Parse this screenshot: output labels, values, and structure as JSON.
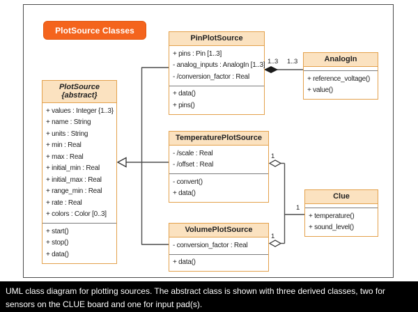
{
  "badge": {
    "label": "PlotSource Classes"
  },
  "caption": "UML class diagram for plotting sources. The abstract class is shown with three derived classes, two for sensors on the CLUE board and one for input pad(s).",
  "colors": {
    "badge_bg": "#f4641d",
    "class_border": "#e3a04a",
    "class_header_bg": "#fbe2c0",
    "caption_bg": "#000000",
    "line": "#4d4d4d"
  },
  "classes": {
    "plot_source": {
      "name": "PlotSource",
      "stereotype": "{abstract}",
      "attributes": [
        "+ values : Integer {1..3}",
        "+ name : String",
        "+ units : String",
        "+ min : Real",
        "+ max : Real",
        "+ initial_min : Real",
        "+ initial_max : Real",
        "+ range_min : Real",
        "+ rate : Real",
        "+ colors : Color [0..3]"
      ],
      "methods": [
        "+ start()",
        "+ stop()",
        "+ data()"
      ]
    },
    "pin_plot_source": {
      "name": "PinPlotSource",
      "attributes": [
        "+ pins : Pin [1..3]",
        "- analog_inputs : AnalogIn [1..3]",
        "- /conversion_factor : Real"
      ],
      "methods": [
        "+ data()",
        "+ pins()"
      ]
    },
    "analog_in": {
      "name": "AnalogIn",
      "attributes": [],
      "methods": [
        "+ reference_voltage()",
        "+ value()"
      ]
    },
    "temperature_plot_source": {
      "name": "TemperaturePlotSource",
      "attributes": [
        "- /scale : Real",
        "- /offset : Real"
      ],
      "methods": [
        "- convert()",
        "+ data()"
      ]
    },
    "clue": {
      "name": "Clue",
      "attributes": [],
      "methods": [
        "+ temperature()",
        "+ sound_level()"
      ]
    },
    "volume_plot_source": {
      "name": "VolumePlotSource",
      "attributes": [
        "- conversion_factor : Real"
      ],
      "methods": [
        "+ data()"
      ]
    }
  },
  "relationships": {
    "generalization": {
      "type": "inheritance",
      "parent": "PlotSource",
      "children": [
        "PinPlotSource",
        "TemperaturePlotSource",
        "VolumePlotSource"
      ]
    },
    "pin_analogin": {
      "type": "composition",
      "from_label": "1..3",
      "to_label": "1..3"
    },
    "temperature_clue": {
      "type": "aggregation",
      "from_label": "1"
    },
    "volume_clue": {
      "type": "aggregation",
      "from_label": "1"
    },
    "clue_end": {
      "label": "1"
    }
  }
}
